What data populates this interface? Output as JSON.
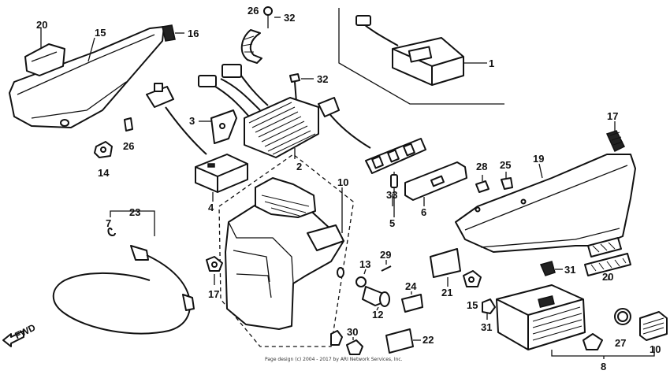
{
  "diagram": {
    "direction_label": "FWD",
    "copyright": "Page design (c) 2004 - 2017 by ARI Network Services, Inc.",
    "callouts": [
      "1",
      "2",
      "3",
      "4",
      "5",
      "6",
      "7",
      "8",
      "10",
      "12",
      "13",
      "14",
      "15",
      "15",
      "16",
      "17",
      "17",
      "19",
      "20",
      "20",
      "21",
      "22",
      "23",
      "24",
      "25",
      "26",
      "26",
      "27",
      "28",
      "29",
      "30",
      "31",
      "31",
      "32",
      "32",
      "33"
    ],
    "parts": [
      "control-module-1",
      "regulator-rectifier-2",
      "bracket-3",
      "relay-4",
      "fuse-box-5",
      "fuse-cover-6",
      "wire-band-7",
      "tool-case-8",
      "tool-kit-10",
      "battery-box-12",
      "bolt-13",
      "washer-14",
      "grommet-15",
      "side-cover-left-16",
      "cushion-17",
      "side-cover-right-19",
      "emblem-20",
      "battery-caution-label-21",
      "battery-label-22",
      "label-23",
      "breather-tube-24",
      "collar-25",
      "grommet-26",
      "band-27",
      "washer-28",
      "pin-29",
      "bolt-30",
      "bolt-31",
      "bolt-32",
      "fuse-33"
    ]
  }
}
